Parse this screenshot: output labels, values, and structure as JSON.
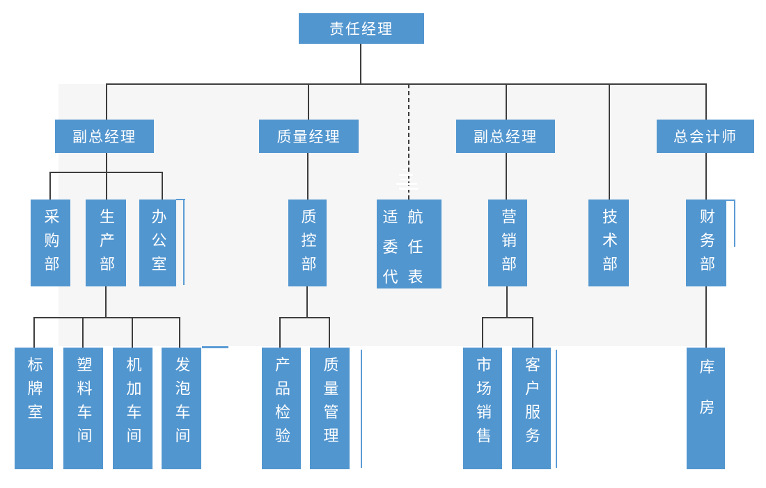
{
  "diagram": {
    "type": "org-chart",
    "language": "zh-CN",
    "description": "Company organizational chart, four levels, blue nodes with white text on light gray canvas"
  },
  "colors": {
    "node_fill": "#5296cf",
    "node_text": "#ffffff",
    "connector": "#3d3d3d",
    "canvas_bg": "#f6f6f6",
    "page_bg": "#ffffff"
  },
  "nodes": {
    "root": {
      "label": "责任经理"
    },
    "level2": [
      {
        "label": "副总经理"
      },
      {
        "label": "质量经理"
      },
      {
        "label": "副总经理"
      },
      {
        "label": "总会计师"
      }
    ],
    "level3": [
      {
        "label": "采购部"
      },
      {
        "label": "生产部"
      },
      {
        "label": "办公室"
      },
      {
        "label": "质控部"
      },
      {
        "label": "适航委任代表"
      },
      {
        "label": "营销部"
      },
      {
        "label": "技术部"
      },
      {
        "label": "财务部"
      }
    ],
    "level4": [
      {
        "label": "标牌室"
      },
      {
        "label": "塑料车间"
      },
      {
        "label": "机加车间"
      },
      {
        "label": "发泡车间"
      },
      {
        "label": "产品检验"
      },
      {
        "label": "质量管理"
      },
      {
        "label": "市场销售"
      },
      {
        "label": "客户服务"
      },
      {
        "label": "库房"
      }
    ]
  },
  "edges": [
    {
      "from": "责任经理",
      "to": "副总经理(左)",
      "style": "solid"
    },
    {
      "from": "责任经理",
      "to": "质量经理",
      "style": "solid"
    },
    {
      "from": "责任经理",
      "to": "适航委任代表",
      "style": "dashed"
    },
    {
      "from": "责任经理",
      "to": "副总经理(右)",
      "style": "solid"
    },
    {
      "from": "责任经理",
      "to": "技术部",
      "style": "solid"
    },
    {
      "from": "责任经理",
      "to": "总会计师",
      "style": "solid"
    },
    {
      "from": "副总经理(左)",
      "to": "采购部, 生产部, 办公室",
      "style": "solid"
    },
    {
      "from": "质量经理",
      "to": "质控部",
      "style": "solid"
    },
    {
      "from": "副总经理(右)",
      "to": "营销部",
      "style": "solid"
    },
    {
      "from": "总会计师",
      "to": "财务部",
      "style": "solid"
    },
    {
      "from": "生产部",
      "to": "标牌室, 塑料车间, 机加车间, 发泡车间",
      "style": "solid"
    },
    {
      "from": "质控部",
      "to": "产品检验, 质量管理",
      "style": "solid"
    },
    {
      "from": "营销部",
      "to": "市场销售, 客户服务",
      "style": "solid"
    },
    {
      "from": "财务部",
      "to": "库房",
      "style": "solid"
    }
  ]
}
